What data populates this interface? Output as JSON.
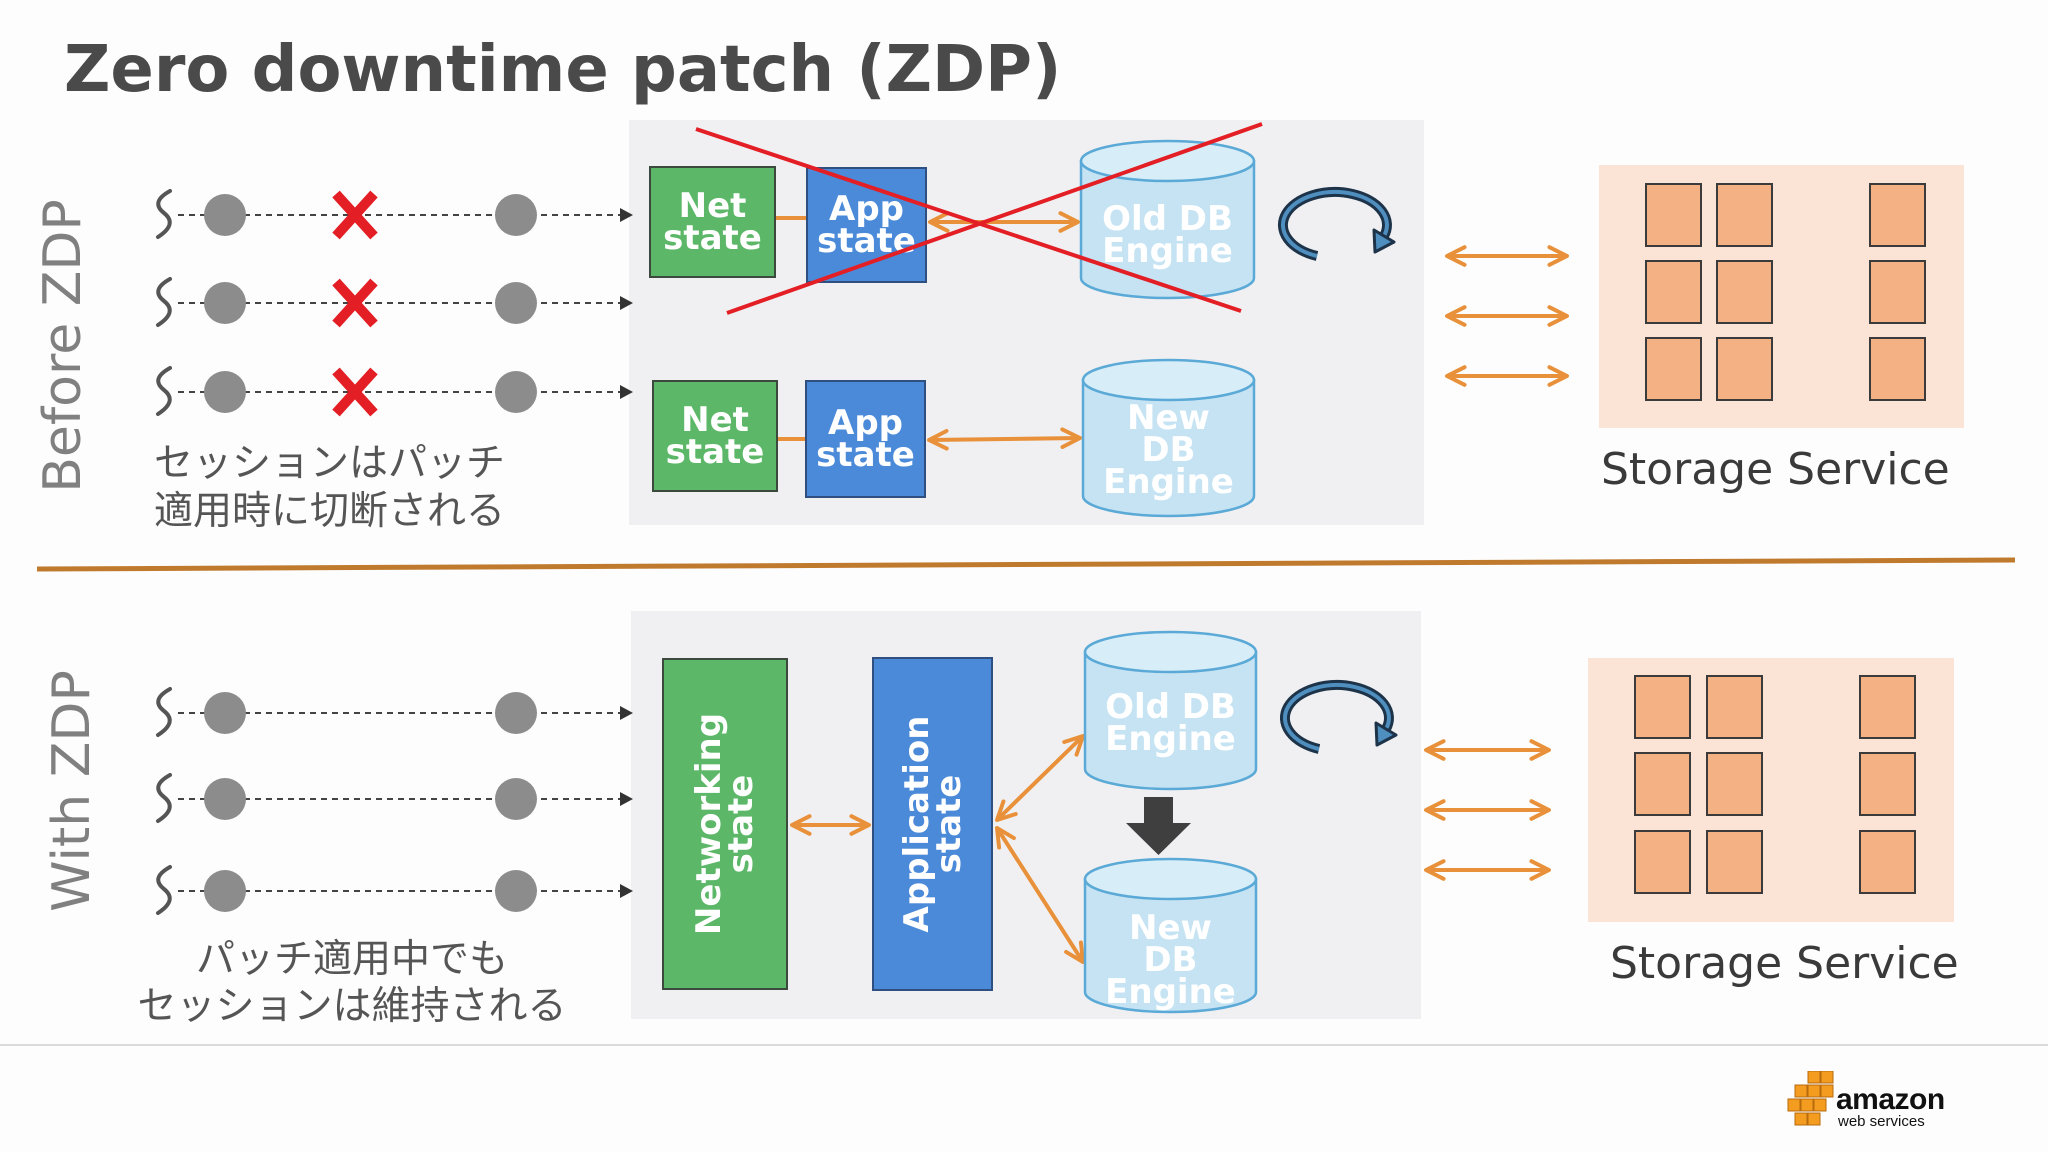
{
  "slide": {
    "title": "Zero downtime patch (ZDP)"
  },
  "colors": {
    "title": "#4a4a4a",
    "panel": "#f0f0f2",
    "net_green": "#5cb868",
    "app_blue": "#4b8ad8",
    "db_cylinder": "#c5e3f3",
    "arrow_orange": "#e8913a",
    "drop_red": "#e31e24",
    "storage_bg": "#fbe4d5",
    "storage_block": "#f4b183",
    "separator": "#c07a2e"
  },
  "before": {
    "label": "Before ZDP",
    "caption": [
      "セッションはパッチ",
      "適用時に切断される"
    ],
    "old_path": {
      "net": "Net\nstate",
      "app": "App\nstate",
      "db": "Old DB\nEngine",
      "crossed_out": true
    },
    "new_path": {
      "net": "Net\nstate",
      "app": "App\nstate",
      "db": "New\nDB\nEngine"
    },
    "sessions": [
      {
        "dropped": true
      },
      {
        "dropped": true
      },
      {
        "dropped": true
      }
    ],
    "storage_label": "Storage Service"
  },
  "with": {
    "label": "With ZDP",
    "caption": [
      "パッチ適用中でも",
      "セッションは維持される"
    ],
    "networking": "Networking\nstate",
    "application": "Application\nstate",
    "old_db": "Old DB\nEngine",
    "new_db": "New\nDB\nEngine",
    "sessions": [
      {
        "dropped": false
      },
      {
        "dropped": false
      },
      {
        "dropped": false
      }
    ],
    "storage_label": "Storage Service"
  },
  "icons": {
    "restart": "refresh-icon",
    "migrate": "down-arrow-icon",
    "dropped": "red-x-icon",
    "client": "client-squiggle-icon"
  },
  "logo": {
    "brand": "amazon",
    "sub": "web services"
  }
}
